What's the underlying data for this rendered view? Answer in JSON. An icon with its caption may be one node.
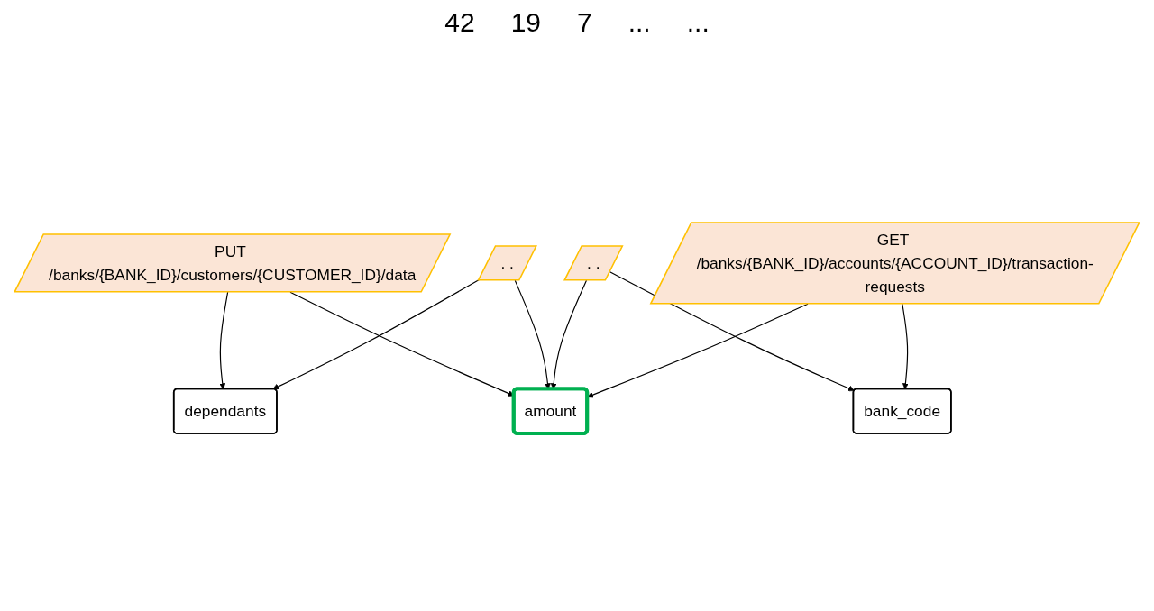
{
  "diagram": {
    "nodes": [
      {
        "text": [
          "PUT /banks/{BANK_ID}/customers/{CUSTOMER_ID}/data"
        ]
      },
      {
        "text": [
          ". ."
        ]
      },
      {
        "text": [
          ". ."
        ]
      },
      {
        "text": [
          "GET /banks/{BANK_ID}/accounts/{ACCOUNT_ID}/transaction-requests"
        ]
      },
      {
        "text": [
          "dependants"
        ]
      },
      {
        "text": [
          "amount"
        ]
      },
      {
        "text": [
          "bank_code"
        ]
      }
    ],
    "edges": [
      {
        "from": 0,
        "to": 4,
        "arrow": "to"
      },
      {
        "from": 0,
        "to": 5,
        "arrow": "to"
      },
      {
        "from": 1,
        "to": 4,
        "arrow": "to"
      },
      {
        "from": 1,
        "to": 5,
        "arrow": "to"
      },
      {
        "from": 2,
        "to": 5,
        "arrow": "to"
      },
      {
        "from": 2,
        "to": 6,
        "arrow": "to"
      },
      {
        "from": 3,
        "to": 5,
        "arrow": "to"
      },
      {
        "from": 3,
        "to": 6,
        "arrow": "to"
      }
    ],
    "labels": [
      "42",
      "19",
      "7",
      "...",
      "..."
    ]
  }
}
